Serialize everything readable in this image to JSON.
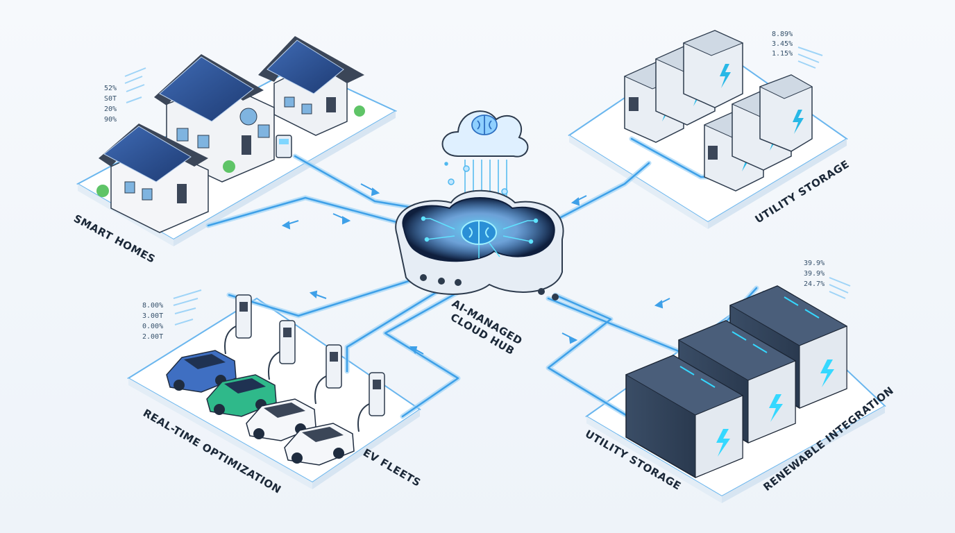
{
  "labels": {
    "smart_homes": "SMART HOMES",
    "utility_storage_top": "UTILITY STORAGE",
    "hub_line1": "AI-MANAGED",
    "hub_line2": "CLOUD HUB",
    "realtime": "REAL-TIME OPTIMIZATION",
    "ev_fleets": "EV FLEETS",
    "utility_storage_bottom": "UTILITY STORAGE",
    "renewable": "RENEWABLE INTEGRATION"
  },
  "stats": {
    "smart_homes": [
      "52%",
      "S0T",
      "20%",
      "90%"
    ],
    "utility_storage": [
      "8.89%",
      "3.45%",
      "1.15%"
    ],
    "ev_fleets": [
      "8.00%",
      "3.00T",
      "0.00%",
      "2.00T"
    ],
    "renewable": [
      "39.9%",
      "39.9%",
      "24.7%"
    ]
  },
  "colors": {
    "background": "#f3f7fb",
    "platform": "#ffffff",
    "edge": "#4aa3e6",
    "accent": "#3fd0ff",
    "hub_dark": "#0f1f3d",
    "solar": "#2c4f8f",
    "server": "#2a3a50"
  },
  "icons": [
    "brain-icon",
    "cloud-icon",
    "lightning-bolt-icon",
    "solar-panel-icon",
    "charger-icon",
    "car-icon"
  ]
}
